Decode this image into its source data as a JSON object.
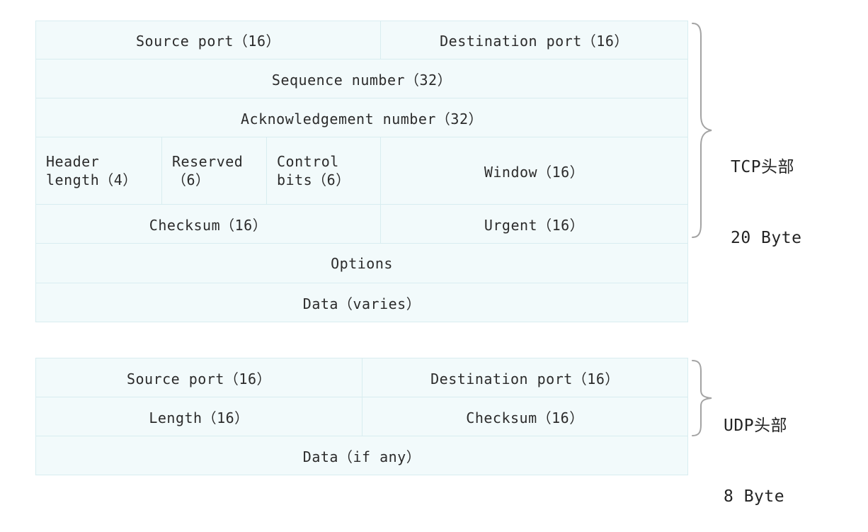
{
  "diagram": {
    "title_semantic": "tcp-and-udp-header-format-diagram",
    "colors": {
      "cell_fill": "#f2fafb",
      "cell_border": "#d8edf0",
      "text": "#2b2b2b",
      "brace": "#9a9a9a",
      "background": "#ffffff"
    }
  },
  "tcp": {
    "rows": [
      {
        "name": "ports-row",
        "cells": [
          {
            "label": "Source port（16）",
            "span": 16
          },
          {
            "label": "Destination port（16）",
            "span": 16
          }
        ]
      },
      {
        "name": "sequence-number-row",
        "cells": [
          {
            "label": "Sequence number（32）",
            "span": 32
          }
        ]
      },
      {
        "name": "acknowledgement-number-row",
        "cells": [
          {
            "label": "Acknowledgement number（32）",
            "span": 32
          }
        ]
      },
      {
        "name": "flags-window-row",
        "cells": [
          {
            "label": "Header length（4）",
            "span": 4
          },
          {
            "label": "Reserved（6）",
            "span": 6
          },
          {
            "label": "Control bits（6）",
            "span": 6
          },
          {
            "label": "Window（16）",
            "span": 16
          }
        ]
      },
      {
        "name": "checksum-urgent-row",
        "cells": [
          {
            "label": "Checksum（16）",
            "span": 16
          },
          {
            "label": "Urgent（16）",
            "span": 16
          }
        ]
      },
      {
        "name": "options-row",
        "cells": [
          {
            "label": "Options",
            "span": 32
          }
        ]
      },
      {
        "name": "data-row",
        "cells": [
          {
            "label": "Data（varies）",
            "span": 32
          }
        ]
      }
    ],
    "annotation": {
      "line1": "TCP头部",
      "line2": "20 Byte"
    }
  },
  "udp": {
    "rows": [
      {
        "name": "ports-row",
        "cells": [
          {
            "label": "Source port（16）",
            "span": 16
          },
          {
            "label": "Destination port（16）",
            "span": 16
          }
        ]
      },
      {
        "name": "length-checksum-row",
        "cells": [
          {
            "label": "Length（16）",
            "span": 16
          },
          {
            "label": "Checksum（16）",
            "span": 16
          }
        ]
      },
      {
        "name": "data-row",
        "cells": [
          {
            "label": "Data（if any）",
            "span": 32
          }
        ]
      }
    ],
    "annotation": {
      "line1": "UDP头部",
      "line2": "8 Byte"
    }
  }
}
